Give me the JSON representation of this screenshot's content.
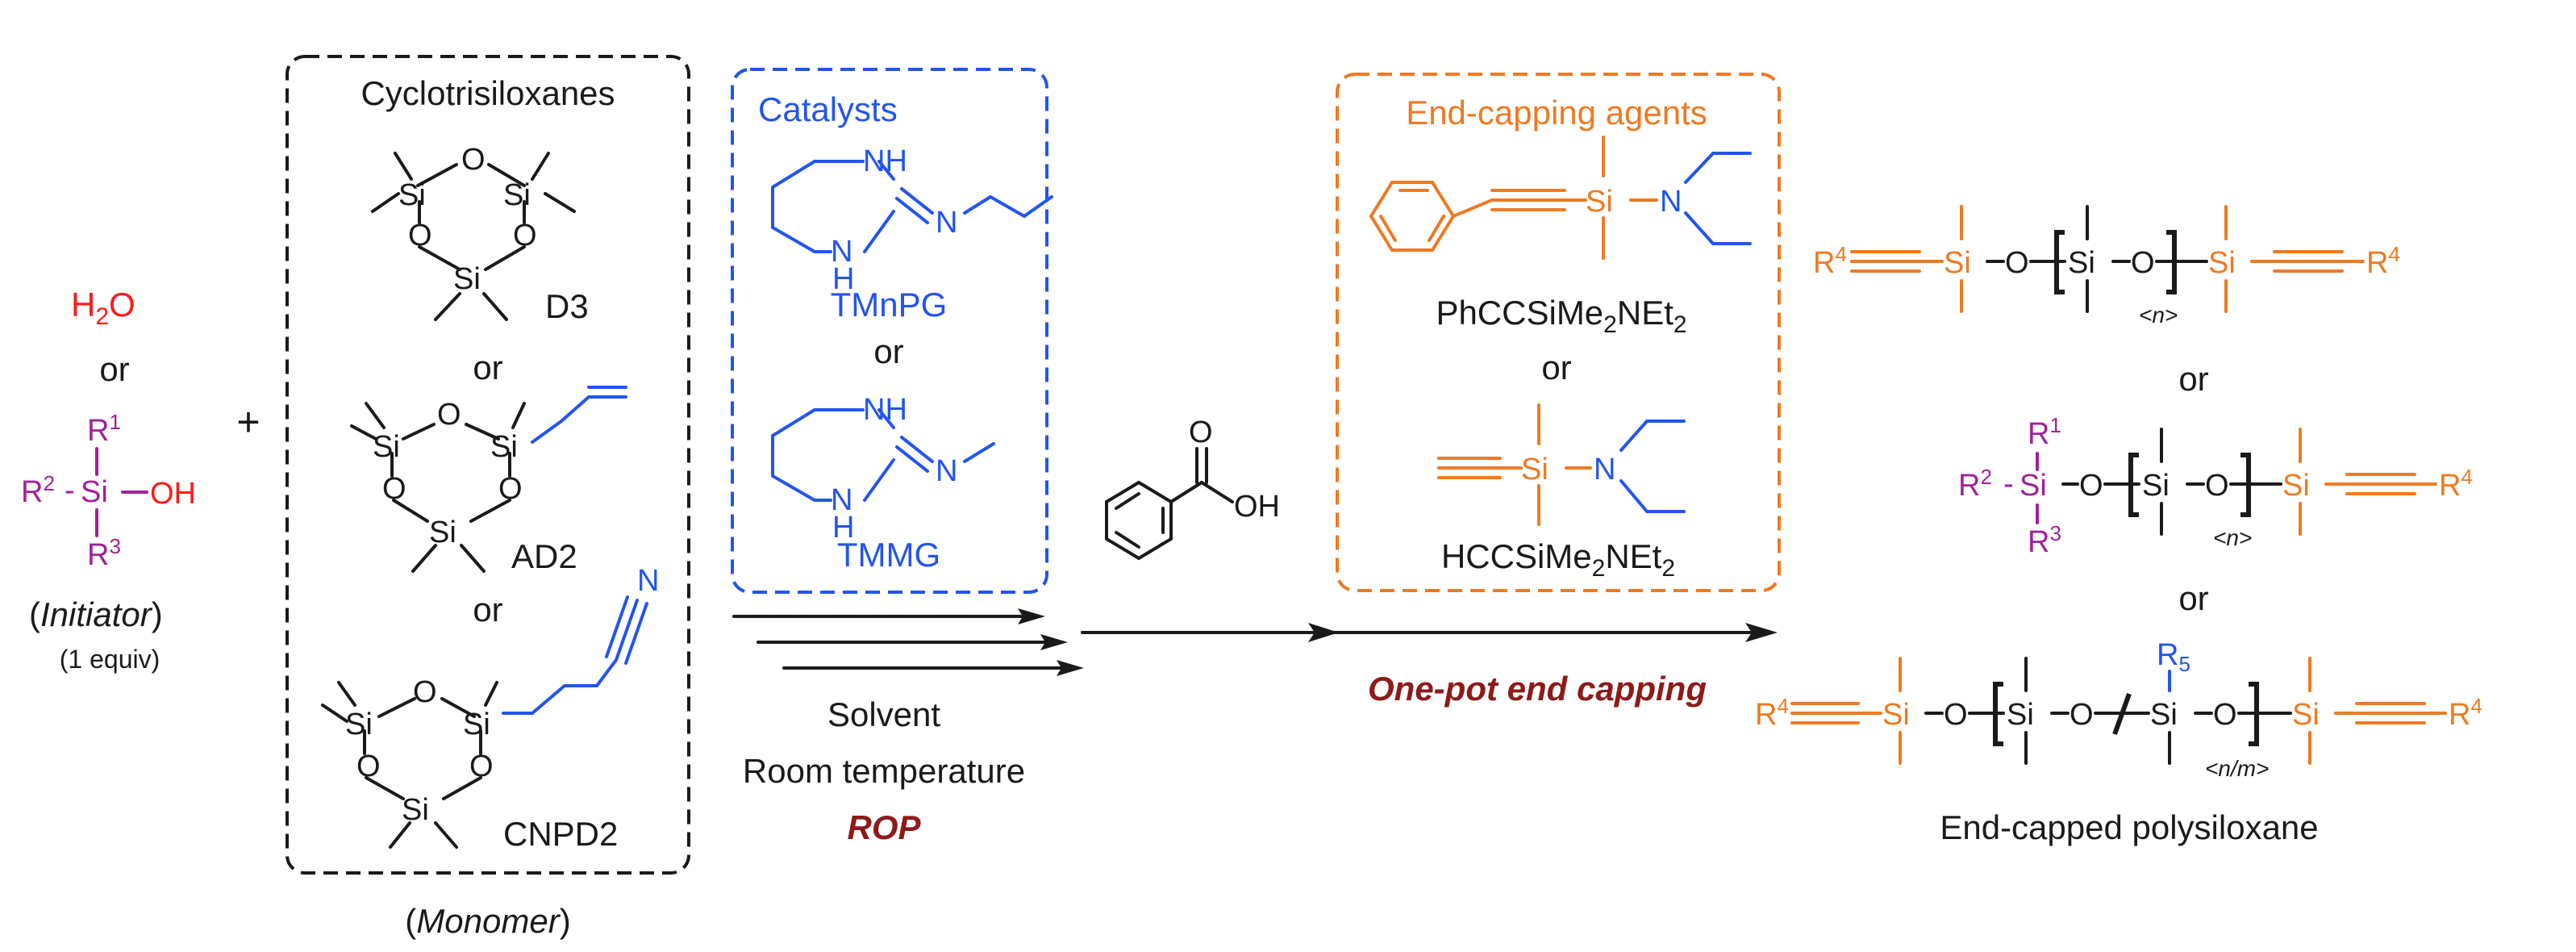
{
  "initiator": {
    "water": "H",
    "water_sub": "2",
    "water_o": "O",
    "or": "or",
    "r1": "R",
    "r1_sup": "1",
    "r2": "R",
    "r2_sup": "2",
    "r3": "R",
    "r3_sup": "3",
    "si": "Si",
    "oh": "OH",
    "dash": "-",
    "label_open": "(",
    "label_italic": "Initiator",
    "label_close": ")",
    "equiv": "(1 equiv)"
  },
  "plus": "+",
  "monomers": {
    "title": "Cyclotrisiloxanes",
    "si": "Si",
    "o": "O",
    "n": "N",
    "d3": "D3",
    "ad2": "AD2",
    "cnpd2": "CNPD2",
    "or1": "or",
    "or2": "or",
    "label_open": "(",
    "label_italic": "Monomer",
    "label_close": ")"
  },
  "catalysts": {
    "title": "Catalysts",
    "nh": "NH",
    "n": "N",
    "h": "H",
    "c1": "TMnPG",
    "or": "or",
    "c2": "TMMG"
  },
  "conditions": {
    "solvent": "Solvent",
    "temp": "Room temperature",
    "rop": "ROP"
  },
  "acid": {
    "o": "O",
    "oh": "OH"
  },
  "endcap": {
    "title": "End-capping agents",
    "si": "Si",
    "n": "N",
    "a1_pre": "PhCCSiMe",
    "a1_mid": "NEt",
    "sub2": "2",
    "or": "or",
    "a2_pre": "HCCSiMe",
    "a2_mid": "NEt",
    "onepot": "One-pot end capping"
  },
  "products": {
    "r4": "R",
    "r4_sup": "4",
    "r1": "R",
    "r1_sup": "1",
    "r2": "R",
    "r2_sup": "2",
    "r3": "R",
    "r3_sup": "3",
    "r5": "R",
    "r5_sub": "5",
    "si": "Si",
    "o": "O",
    "n": "<n>",
    "nm": "<n/m>",
    "or1": "or",
    "or2": "or",
    "label": "End-capped polysiloxane"
  },
  "colors": {
    "initiator_water": "#ff1a1a",
    "initiator_r_groups": "#a0229a",
    "catalyst": "#2255ee",
    "endcap": "#ee7a22",
    "highlight_text": "#8e1a1a"
  }
}
